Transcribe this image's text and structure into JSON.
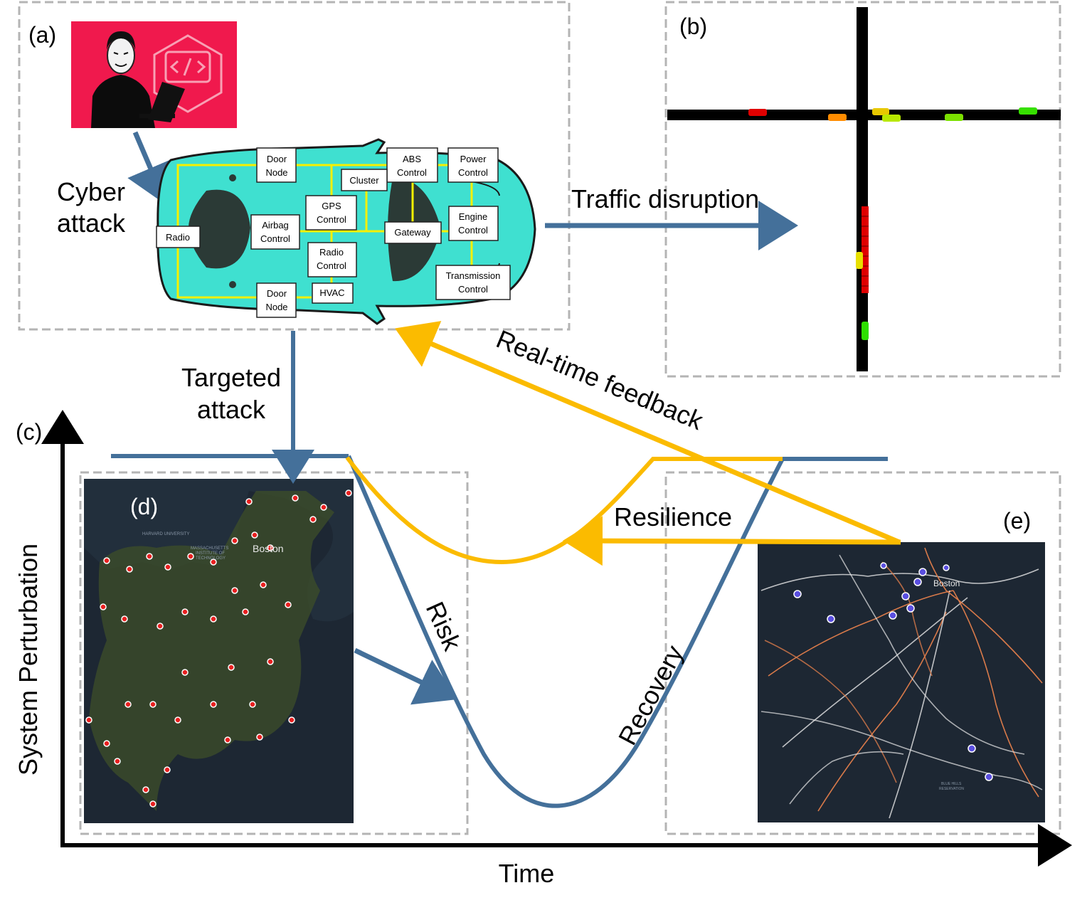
{
  "panels": {
    "a": "(a)",
    "b": "(b)",
    "c": "(c)",
    "d": "(d)",
    "e": "(e)"
  },
  "labels": {
    "cyber_attack_line1": "Cyber",
    "cyber_attack_line2": "attack",
    "traffic_disruption": "Traffic disruption",
    "targeted_attack_line1": "Targeted",
    "targeted_attack_line2": "attack",
    "realtime_feedback": "Real-time feedback",
    "resilience": "Resilience",
    "risk": "Risk",
    "recovery": "Recovery",
    "y_axis": "System Perturbation",
    "x_axis": "Time"
  },
  "car_nodes": {
    "door_node_top_1": "Door",
    "door_node_top_2": "Node",
    "abs_1": "ABS",
    "abs_2": "Control",
    "power_1": "Power",
    "power_2": "Control",
    "cluster": "Cluster",
    "gps_1": "GPS",
    "gps_2": "Control",
    "airbag_1": "Airbag",
    "airbag_2": "Control",
    "radio": "Radio",
    "gateway": "Gateway",
    "engine_1": "Engine",
    "engine_2": "Control",
    "radio_ctrl_1": "Radio",
    "radio_ctrl_2": "Control",
    "transmission_1": "Transmission",
    "transmission_2": "Control",
    "door_node_bot_1": "Door",
    "door_node_bot_2": "Node",
    "hvac": "HVAC"
  },
  "map_labels": {
    "boston_d": "Boston",
    "boston_e": "Boston",
    "harvard": "HARVARD UNIVERSITY",
    "mit_1": "MASSACHUSETTS",
    "mit_2": "INSTITUTE OF",
    "mit_3": "TECHNOLOGY",
    "blue_hills_1": "BLUE HILLS",
    "blue_hills_2": "RESERVATION"
  },
  "colors": {
    "blue_curve": "#44709a",
    "yellow_curve": "#fbbb00",
    "car_body": "#3fe0d0",
    "car_wiring": "#f6f000",
    "hacker_bg": "#f0194d",
    "map_bg": "#1d2733",
    "dash_border": "#b4b4b4"
  },
  "icons": {
    "hacker": "hacker-with-laptop-icon",
    "code": "code-hexagon-icon"
  }
}
